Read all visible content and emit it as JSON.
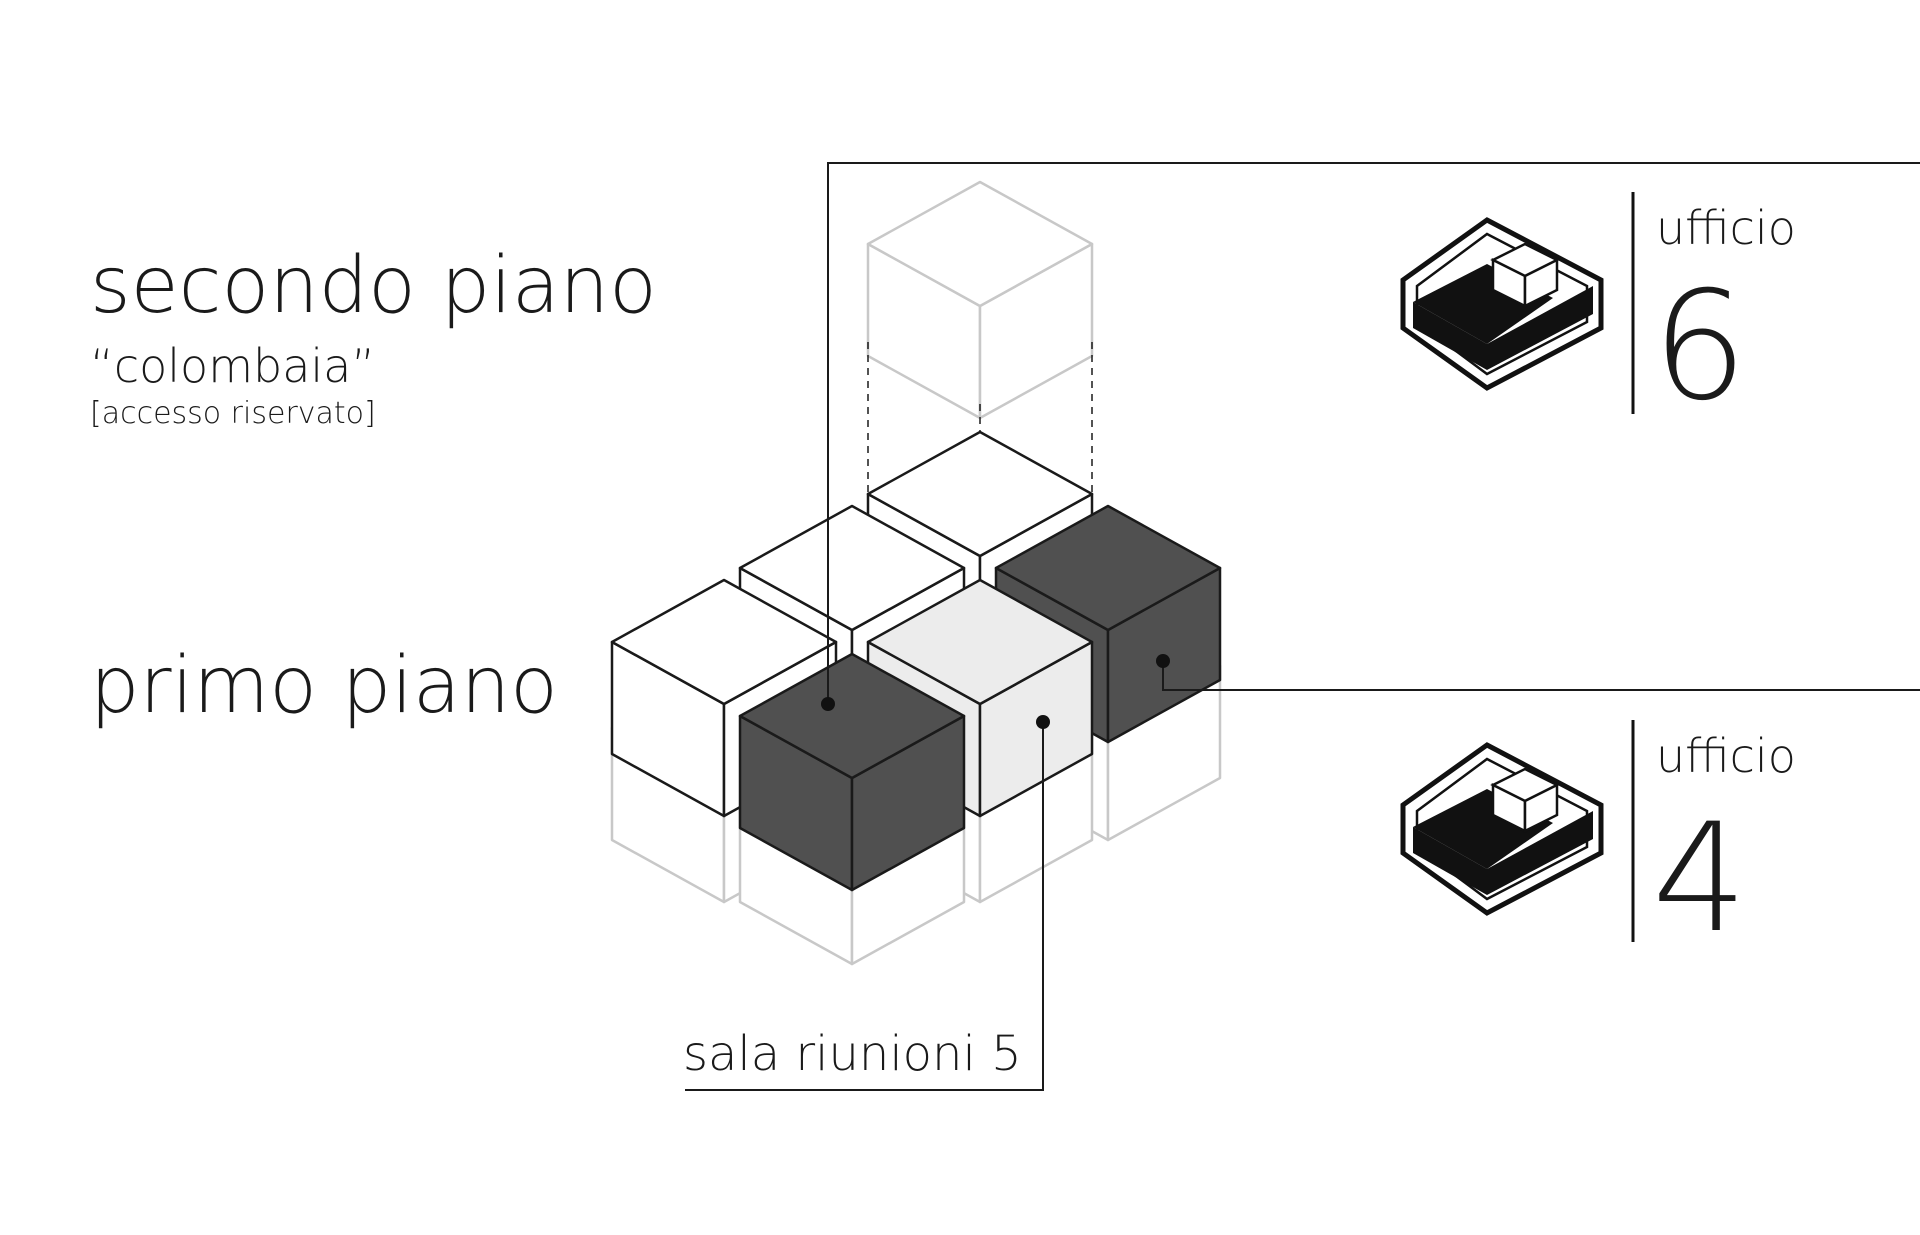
{
  "floors": {
    "second": {
      "title": "secondo piano",
      "nickname": "“colombaia”",
      "note": "[accesso riservato]"
    },
    "first": {
      "title": "primo piano"
    }
  },
  "offices": [
    {
      "label": "ufficio",
      "number": "6"
    },
    {
      "label": "ufficio",
      "number": "4"
    }
  ],
  "meeting_room": {
    "label": "sala riunioni 5"
  },
  "colors": {
    "ink": "#1a1a1a",
    "ghost": "#c8c8c8",
    "dark_fill": "#505050",
    "light_fill": "#ececec",
    "white_fill": "#ffffff"
  }
}
